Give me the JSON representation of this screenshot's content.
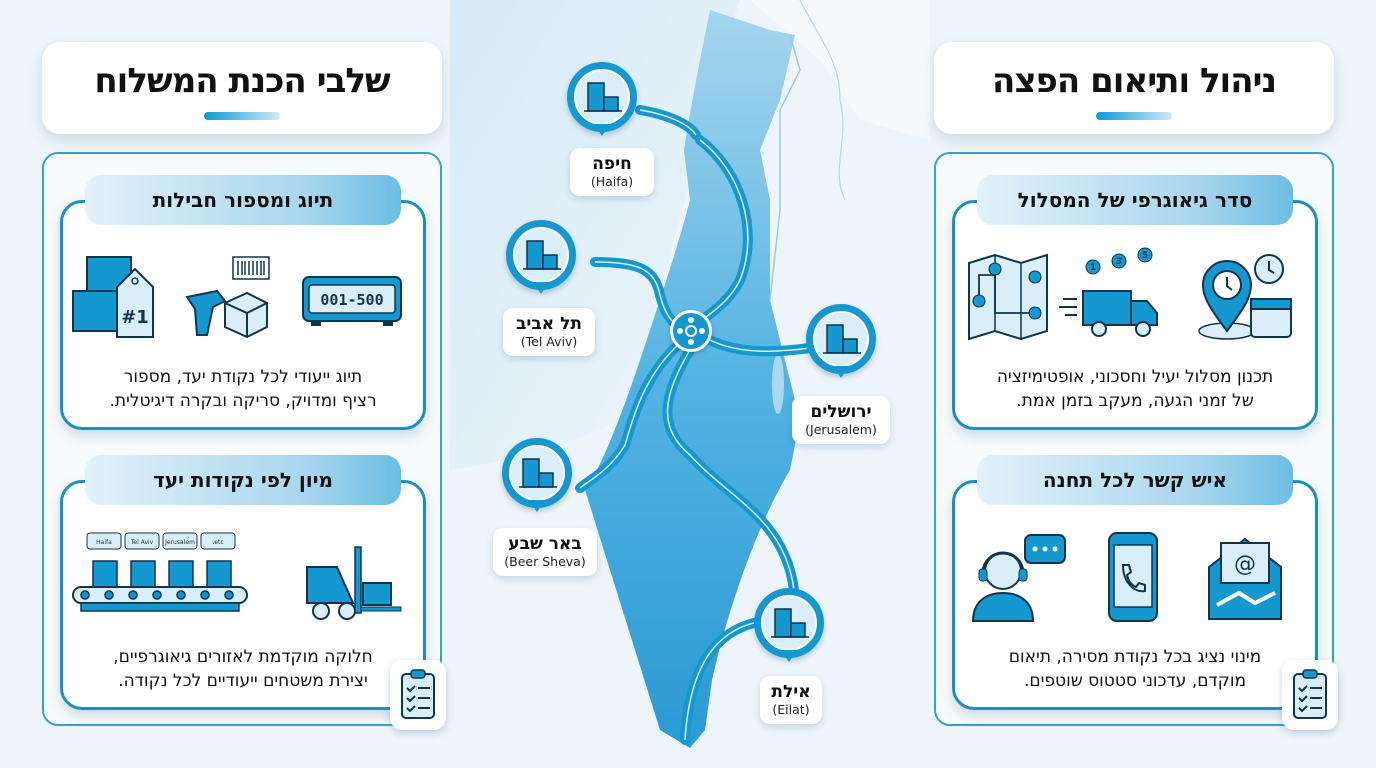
{
  "left_panel": {
    "title": "שלבי הכנת המשלוח",
    "cards": [
      {
        "heading": "תיוג ומספור חבילות",
        "icons": [
          "boxes-with-tag-icon",
          "barcode-scanner-icon",
          "counter-display-icon"
        ],
        "tag_label": "#1",
        "counter_label": "001-500",
        "text_line1": "תיוג ייעודי לכל נקודת יעד, מספור",
        "text_line2": "רציף ומדויק, סריקה ובקרה דיגיטלית."
      },
      {
        "heading": "מיון לפי נקודות יעד",
        "icons": [
          "conveyor-belt-icon",
          "forklift-icon"
        ],
        "conveyor_tags": [
          "Haifa",
          "Tel Aviv",
          "Jerusalem",
          "etc."
        ],
        "text_line1": "חלוקה מוקדמת לאזורים גיאוגרפיים,",
        "text_line2": "יצירת משטחים ייעודיים לכל נקודה."
      }
    ]
  },
  "right_panel": {
    "title": "ניהול ותיאום הפצה",
    "cards": [
      {
        "heading": "סדר גיאוגרפי של המסלול",
        "icons": [
          "route-map-icon",
          "delivery-truck-icon",
          "location-clock-calendar-icon"
        ],
        "route_numbers": [
          "1",
          "3",
          "5"
        ],
        "text_line1": "תכנון מסלול יעיל וחסכוני, אופטימיזציה",
        "text_line2": "של זמני הגעה, מעקב בזמן אמת."
      },
      {
        "heading": "איש קשר לכל תחנה",
        "icons": [
          "support-agent-icon",
          "smartphone-call-icon",
          "email-handshake-icon"
        ],
        "text_line1": "מינוי נציג בכל נקודת מסירה, תיאום",
        "text_line2": "מוקדם, עדכוני סטטוס שוטפים."
      }
    ]
  },
  "map": {
    "cities": [
      {
        "he": "חיפה",
        "en": "(Haifa)"
      },
      {
        "he": "תל אביב",
        "en": "(Tel Aviv)"
      },
      {
        "he": "ירושלים",
        "en": "(Jerusalem)"
      },
      {
        "he": "באר שבע",
        "en": "(Beer Sheva)"
      },
      {
        "he": "אילת",
        "en": "(Eilat)"
      }
    ],
    "hub_icon": "distribution-hub-icon"
  },
  "colors": {
    "accent": "#1597cf",
    "dark_accent": "#1b8fc5",
    "background": "#eef5fa",
    "land": "#4fb4e3"
  }
}
